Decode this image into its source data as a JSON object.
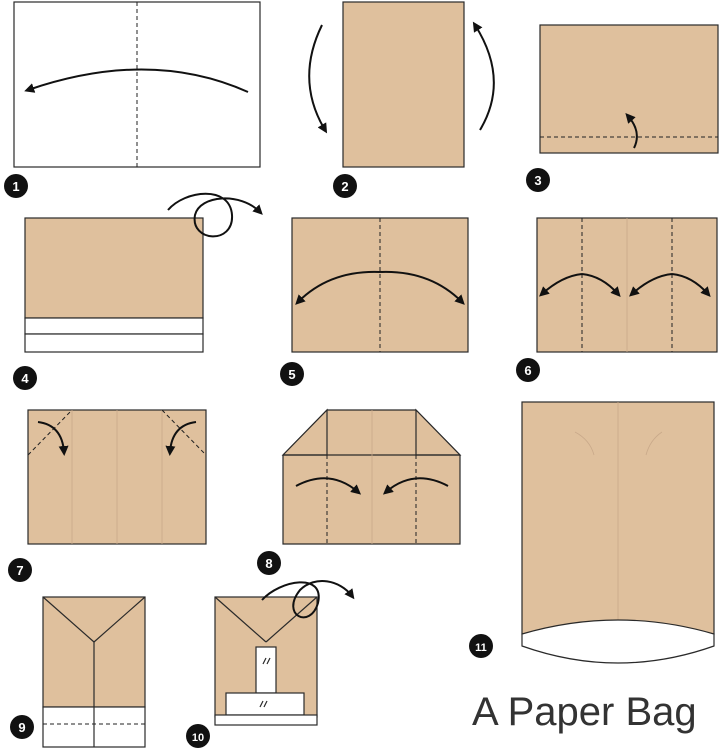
{
  "title": "A Paper Bag",
  "steps": [
    {
      "number": "1"
    },
    {
      "number": "2"
    },
    {
      "number": "3"
    },
    {
      "number": "4"
    },
    {
      "number": "5"
    },
    {
      "number": "6"
    },
    {
      "number": "7"
    },
    {
      "number": "8"
    },
    {
      "number": "9"
    },
    {
      "number": "10"
    },
    {
      "number": "11"
    }
  ],
  "colors": {
    "paper": "#dfc09d",
    "outline": "#2a2a2a",
    "badge": "#111111",
    "background": "#ffffff"
  }
}
